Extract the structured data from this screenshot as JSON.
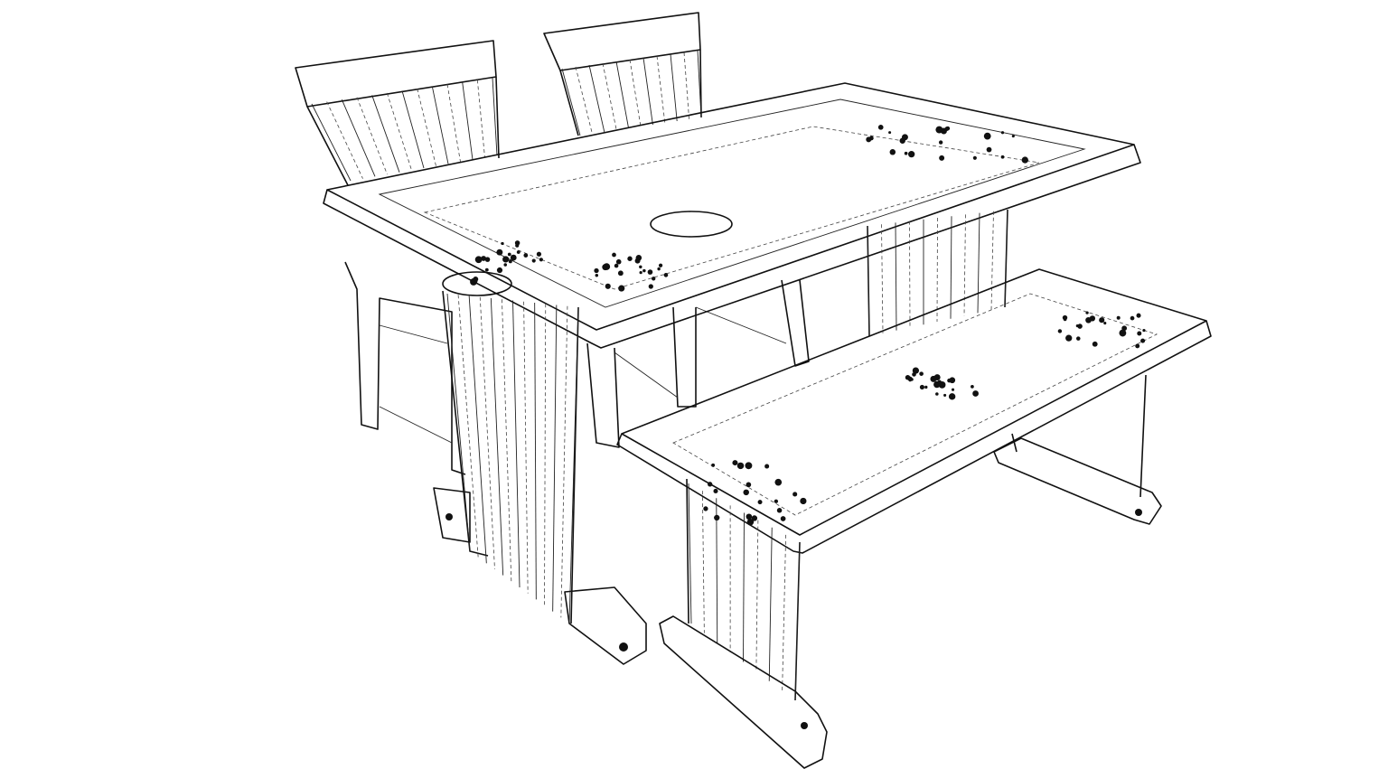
{
  "scene": {
    "subject": "dining-set-wireframe",
    "objects": [
      "chair",
      "chair",
      "table",
      "bench"
    ],
    "colors": {
      "background": "#ffffff",
      "line": "#111111"
    }
  }
}
